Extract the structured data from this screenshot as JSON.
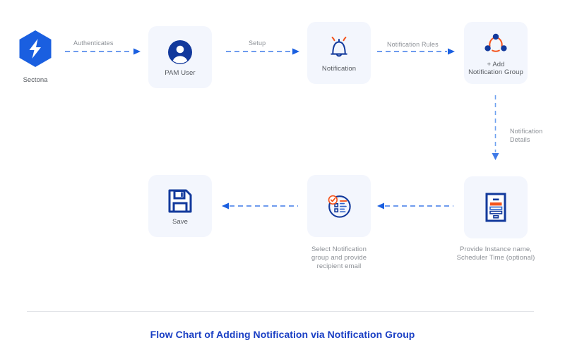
{
  "chart_data": {
    "type": "diagram",
    "title": "Flow Chart of Adding Notification via Notification Group",
    "nodes": [
      {
        "id": "sectona",
        "label": "Sectona",
        "icon": "sectona-hexagon-logo-icon"
      },
      {
        "id": "pam-user",
        "label": "PAM User",
        "icon": "user-avatar-icon"
      },
      {
        "id": "notification",
        "label": "Notification",
        "icon": "bell-ringing-icon"
      },
      {
        "id": "add-notification-group",
        "label": "+ Add\nNotification Group",
        "icon": "group-network-icon"
      },
      {
        "id": "provide-instance",
        "label": "",
        "caption": "Provide Instance name,\nScheduler Time (optional)",
        "icon": "form-document-icon"
      },
      {
        "id": "select-group",
        "label": "",
        "caption": "Select Notification\ngroup and provide\nrecipient email",
        "icon": "checklist-circle-icon"
      },
      {
        "id": "save",
        "label": "Save",
        "icon": "floppy-disk-save-icon"
      }
    ],
    "edges": [
      {
        "from": "sectona",
        "to": "pam-user",
        "label": "Authenticates",
        "direction": "right"
      },
      {
        "from": "pam-user",
        "to": "notification",
        "label": "Setup",
        "direction": "right"
      },
      {
        "from": "notification",
        "to": "add-notification-group",
        "label": "Notification Rules",
        "direction": "right"
      },
      {
        "from": "add-notification-group",
        "to": "provide-instance",
        "label": "Notification\nDetails",
        "direction": "down"
      },
      {
        "from": "provide-instance",
        "to": "select-group",
        "label": "",
        "direction": "left"
      },
      {
        "from": "select-group",
        "to": "save",
        "label": "",
        "direction": "left"
      }
    ],
    "colors": {
      "accent_blue": "#1a5fe0",
      "dark_blue": "#12399c",
      "orange": "#f4541d",
      "card_bg": "#f3f6fd",
      "title_blue": "#1a3fc4",
      "label_gray": "#8b8f95"
    }
  },
  "nodes": {
    "sectona": {
      "label": "Sectona"
    },
    "pam_user": {
      "label": "PAM User"
    },
    "notification": {
      "label": "Notification"
    },
    "add_group": {
      "line1": "+ Add",
      "line2": "Notification Group"
    },
    "provide_instance": {
      "caption": "Provide Instance name,\nScheduler Time (optional)"
    },
    "select_group": {
      "caption": "Select Notification\ngroup and provide\nrecipient email"
    },
    "save": {
      "label": "Save"
    }
  },
  "edges": {
    "authenticates": {
      "label": "Authenticates"
    },
    "setup": {
      "label": "Setup"
    },
    "notification_rules": {
      "label": "Notification Rules"
    },
    "notification_details": {
      "label": "Notification\nDetails"
    }
  },
  "footer": {
    "title": "Flow Chart of Adding Notification via Notification Group"
  }
}
